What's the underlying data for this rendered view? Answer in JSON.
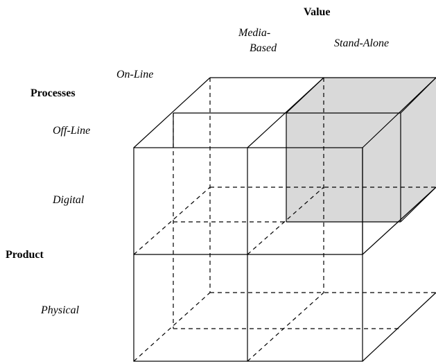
{
  "labels": {
    "value": "Value",
    "media_based_line1": "Media-",
    "media_based_line2": "Based",
    "stand_alone": "Stand-Alone",
    "on_line": "On-Line",
    "processes": "Processes",
    "off_line": "Off-Line",
    "digital": "Digital",
    "product": "Product",
    "physical": "Physical"
  },
  "colors": {
    "highlight_fill": "#d9d9d9",
    "line": "#000000"
  }
}
